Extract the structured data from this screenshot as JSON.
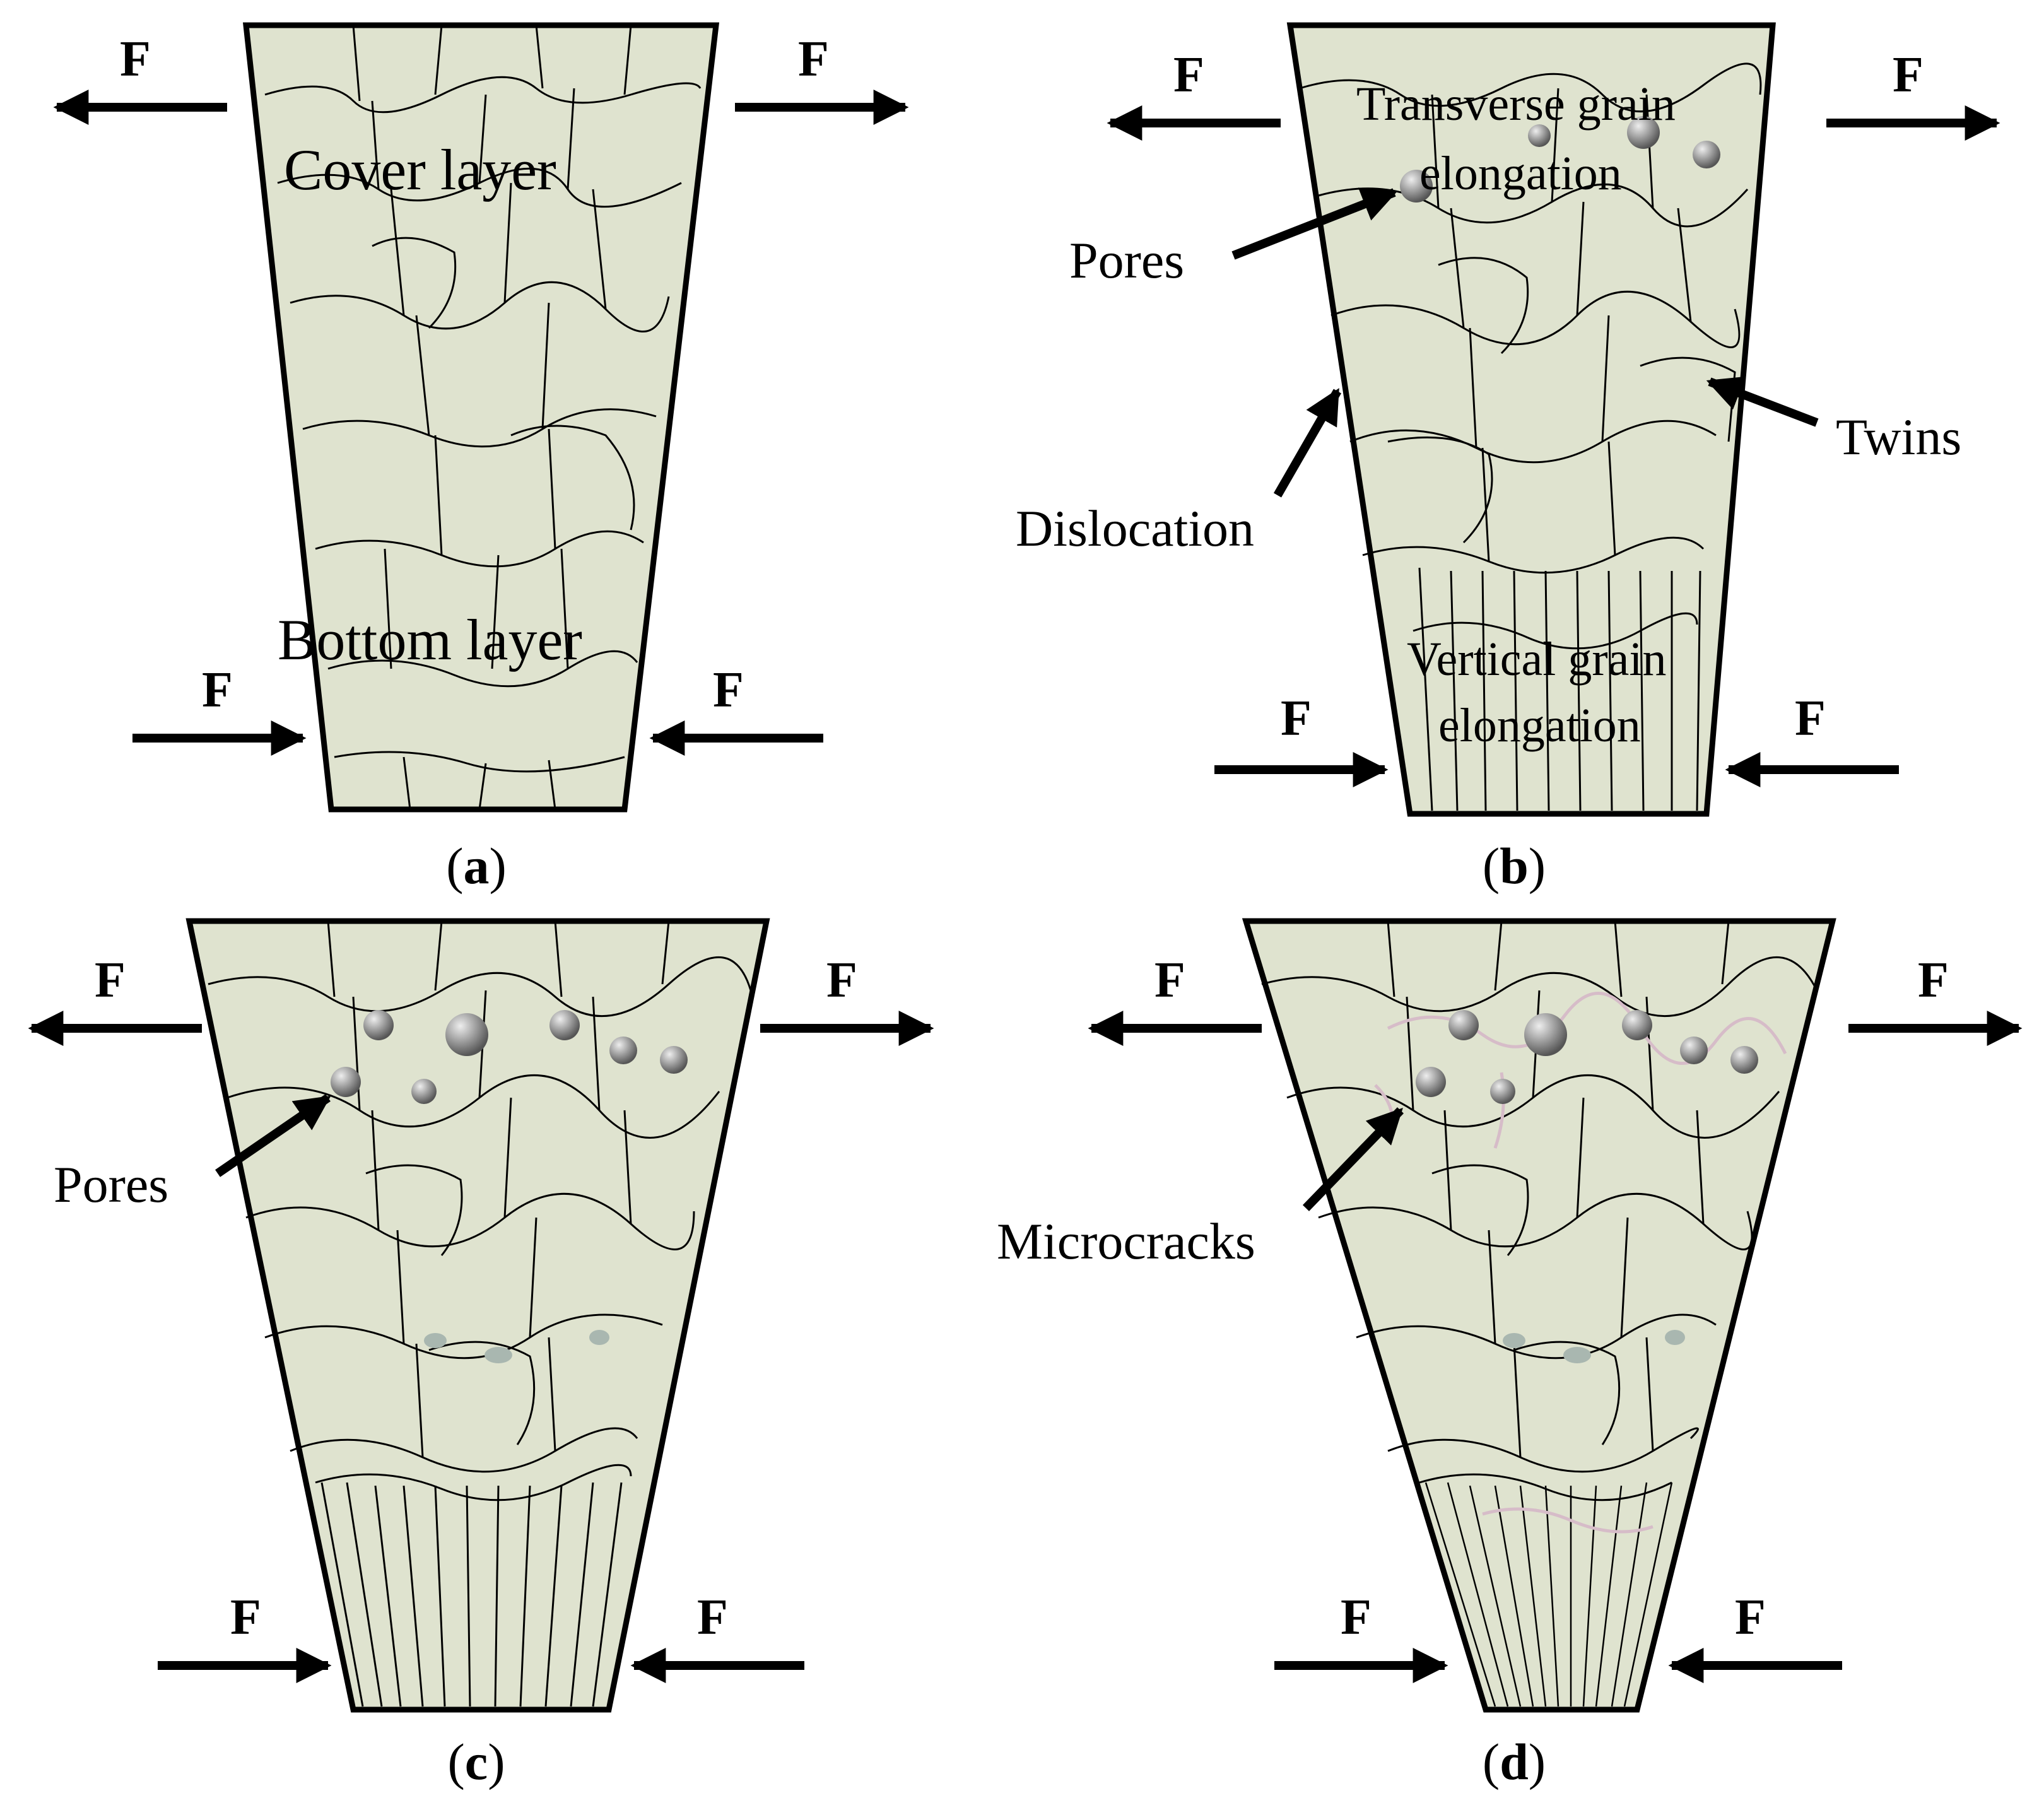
{
  "colors": {
    "grain_fill": "#dfe3cf",
    "outline": "#000000",
    "pore_dark": "#5e5e5e",
    "pore_light": "#e6e6e6",
    "microcrack": "#d6bcc8",
    "inclusion": "#a9b7b0"
  },
  "force_label": "F",
  "panels": [
    {
      "caption_open": "(",
      "caption_letter": "a",
      "caption_close": ")",
      "labels": [
        "Cover layer",
        "Bottom layer"
      ]
    },
    {
      "caption_open": "(",
      "caption_letter": "b",
      "caption_close": ")",
      "labels": [
        "Transverse grain",
        "elongation",
        "Pores",
        "Twins",
        "Dislocation",
        "Vertical grain",
        "elongation"
      ]
    },
    {
      "caption_open": "(",
      "caption_letter": "c",
      "caption_close": ")",
      "labels": [
        "Pores"
      ]
    },
    {
      "caption_open": "(",
      "caption_letter": "d",
      "caption_close": ")",
      "labels": [
        "Microcracks"
      ]
    }
  ]
}
